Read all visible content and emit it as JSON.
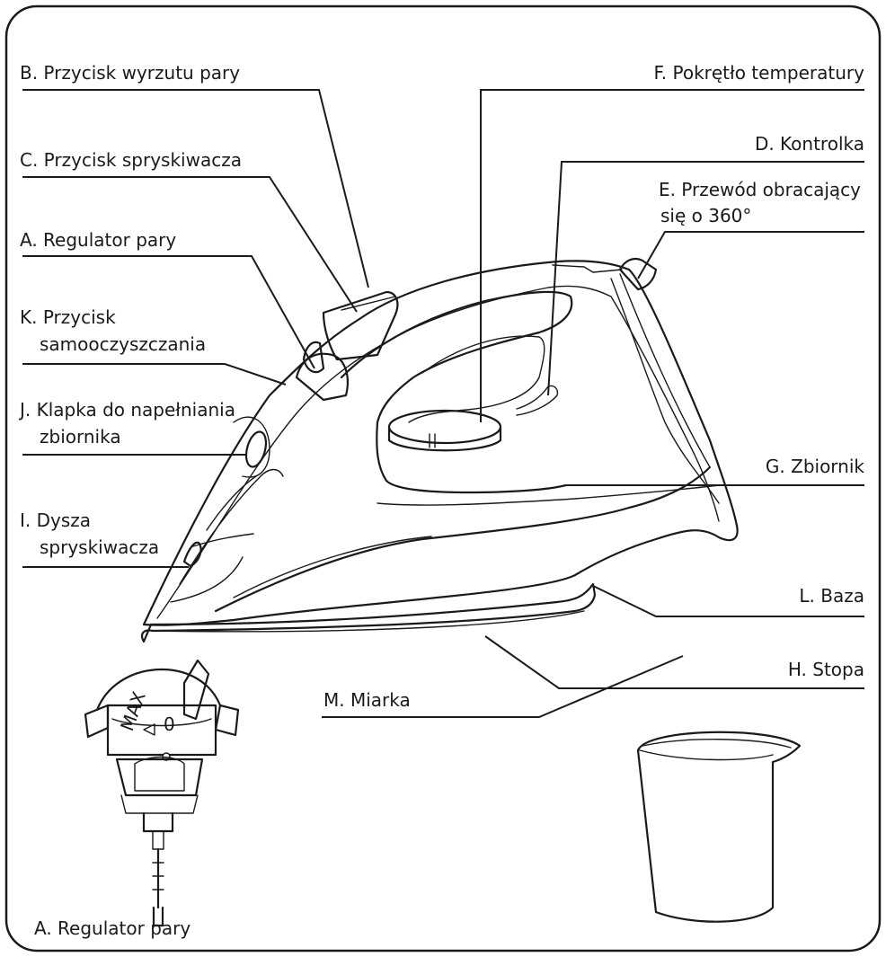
{
  "labels": {
    "B": "B. Przycisk wyrzutu pary",
    "C": "C. Przycisk spryskiwacza",
    "A": "A. Regulator pary",
    "K_1": "K. Przycisk",
    "K_2": "samooczyszczania",
    "J_1": "J. Klapka do napełniania",
    "J_2": "zbiornika",
    "I_1": "I. Dysza",
    "I_2": "spryskiwacza",
    "F": "F. Pokrętło temperatury",
    "D": "D. Kontrolka",
    "E_1": "E. Przewód obracający",
    "E_2": "się o 360°",
    "G": "G. Zbiornik",
    "L": "L. Baza",
    "H": "H. Stopa",
    "M": "M. Miarka",
    "A_detail": "A. Regulator pary"
  },
  "dial_marks": {
    "max": "MAX",
    "zero": "0"
  }
}
